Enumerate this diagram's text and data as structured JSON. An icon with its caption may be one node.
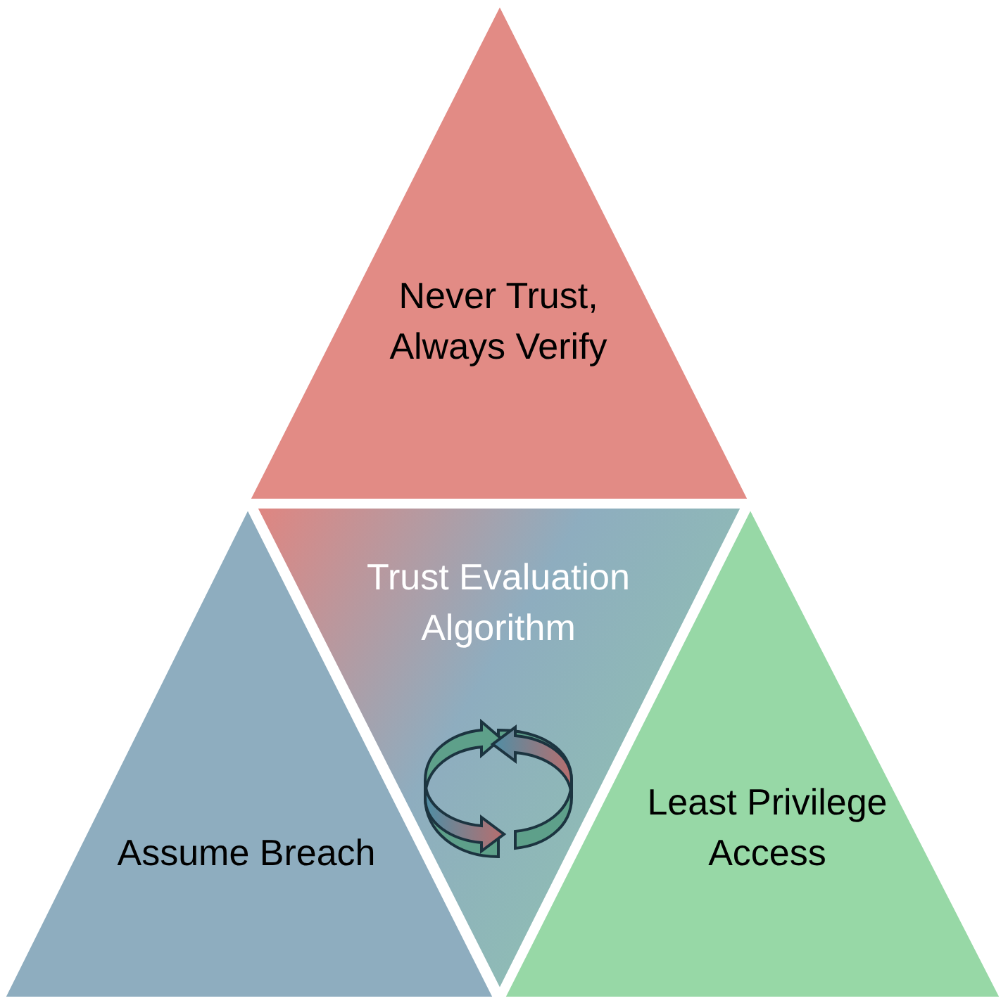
{
  "diagram": {
    "nodes": [
      {
        "text": [
          "Never Trust, Always Verify"
        ]
      },
      {
        "text": [
          "Trust Evaluation Algorithm"
        ]
      },
      {
        "text": [
          "Assume Breach"
        ]
      },
      {
        "text": [
          "Least Privilege Access"
        ]
      }
    ]
  }
}
